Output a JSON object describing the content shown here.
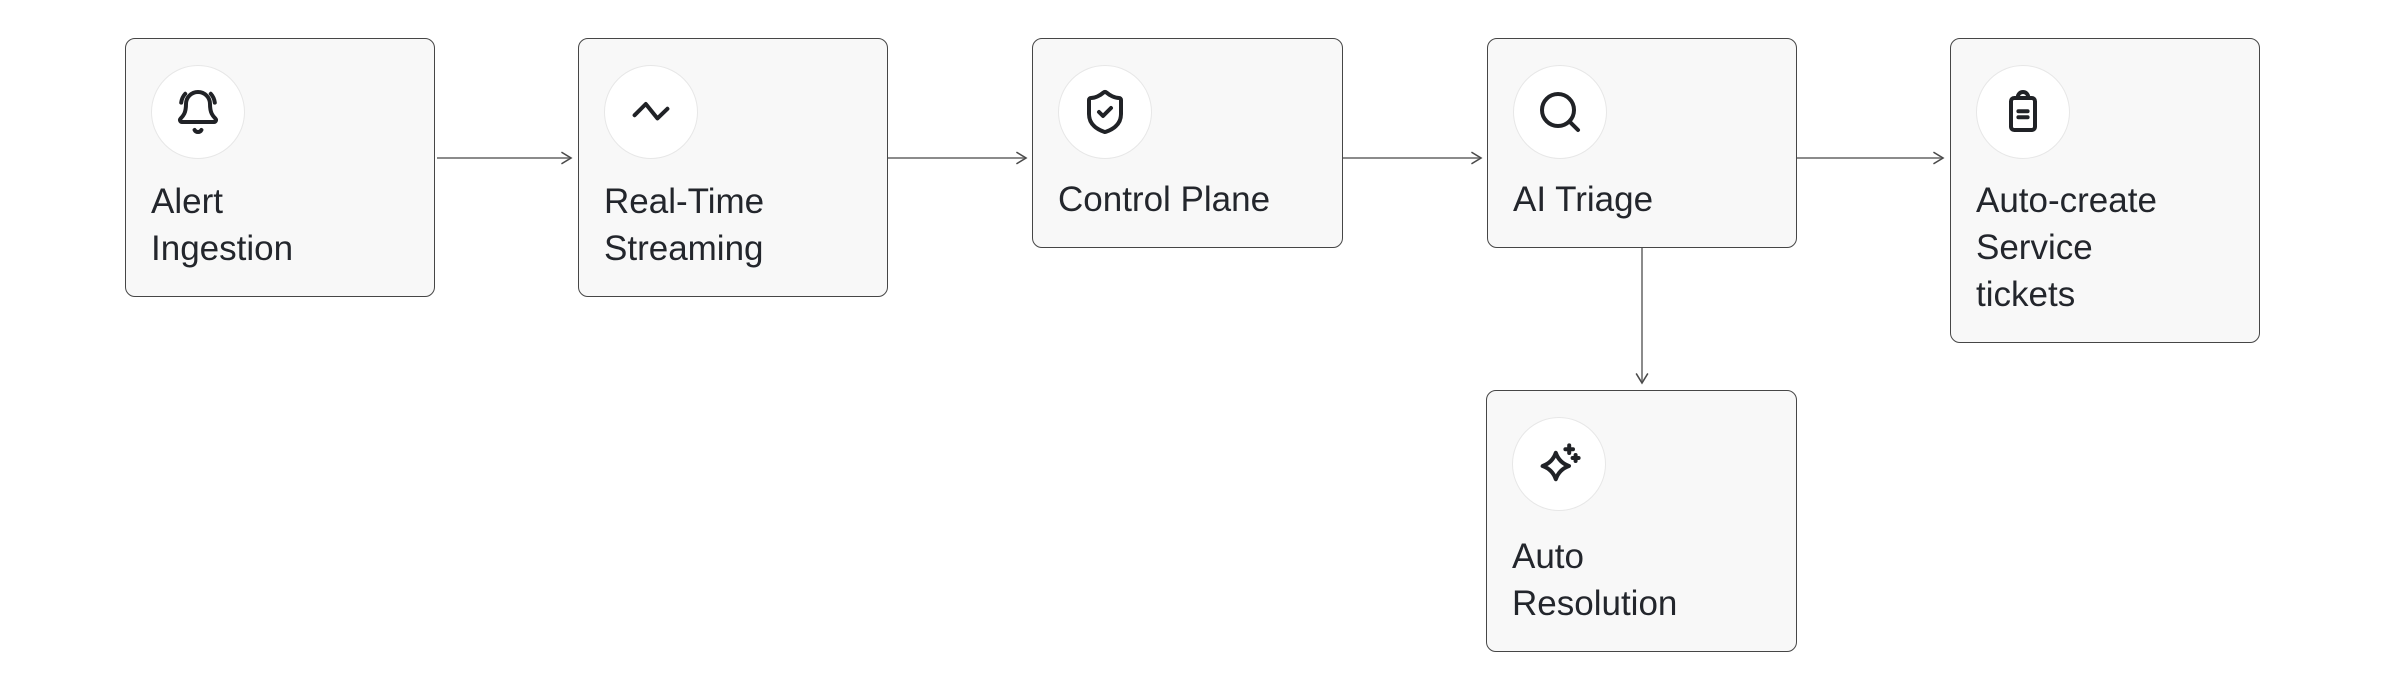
{
  "diagram": {
    "nodes": [
      {
        "id": "alert-ingestion",
        "label": "Alert\nIngestion",
        "icon": "bell-ring-icon"
      },
      {
        "id": "real-time-streaming",
        "label": "Real-Time\nStreaming",
        "icon": "waveform-icon"
      },
      {
        "id": "control-plane",
        "label": "Control Plane",
        "icon": "shield-check-icon"
      },
      {
        "id": "ai-triage",
        "label": "AI Triage",
        "icon": "search-icon"
      },
      {
        "id": "auto-create-service-tickets",
        "label": "Auto-create\nService\ntickets",
        "icon": "clipboard-icon"
      },
      {
        "id": "auto-resolution",
        "label": "Auto\nResolution",
        "icon": "sparkles-icon"
      }
    ],
    "edges": [
      {
        "from": "alert-ingestion",
        "to": "real-time-streaming"
      },
      {
        "from": "real-time-streaming",
        "to": "control-plane"
      },
      {
        "from": "control-plane",
        "to": "ai-triage"
      },
      {
        "from": "ai-triage",
        "to": "auto-create-service-tickets"
      },
      {
        "from": "ai-triage",
        "to": "auto-resolution"
      }
    ],
    "colors": {
      "canvas_background": "#ffffff",
      "node_fill": "#f8f8f8",
      "node_border": "#464646",
      "icon_circle_fill": "#ffffff",
      "icon_circle_border": "#e7e7e7",
      "icon_stroke": "#202226",
      "label_text": "#23262c",
      "edge_line": "#8b8b8b",
      "edge_arrowhead": "#4a4a4a"
    }
  }
}
